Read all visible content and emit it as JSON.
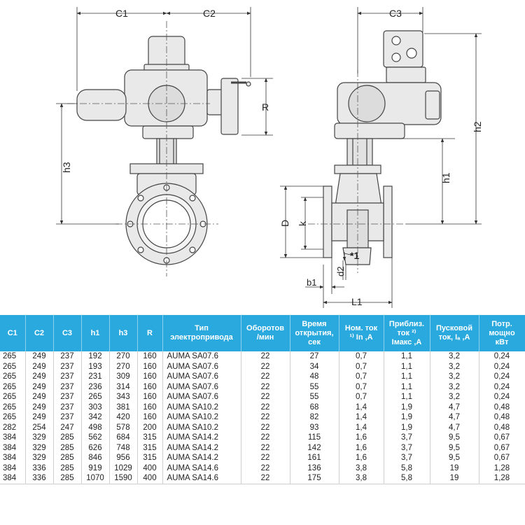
{
  "dimensions": {
    "c1": "C1",
    "c2": "C2",
    "c3": "C3",
    "r": "R",
    "h1": "h1",
    "h2": "h2",
    "h3": "h3",
    "d": "D",
    "k": "k",
    "d2": "d2",
    "b1": "b1",
    "l1": "L1",
    "note": "*1"
  },
  "table": {
    "headers": [
      "C1",
      "C2",
      "C3",
      "h1",
      "h3",
      "R",
      "Тип\nэлектропривода",
      "Оборотов\n/мин",
      "Время\nоткрытия,\nсек",
      "Ном. ток\n¹⁾ In ,А",
      "Приблиз.\nток ²⁾\nIмакс ,А",
      "Пусковой\nток, Iₐ ,А",
      "Потр.\nмощно\nкВт"
    ],
    "rows": [
      [
        "265",
        "249",
        "237",
        "192",
        "270",
        "160",
        "AUMA SA07.6",
        "22",
        "27",
        "0,7",
        "1,1",
        "3,2",
        "0,24"
      ],
      [
        "265",
        "249",
        "237",
        "193",
        "270",
        "160",
        "AUMA SA07.6",
        "22",
        "34",
        "0,7",
        "1,1",
        "3,2",
        "0,24"
      ],
      [
        "265",
        "249",
        "237",
        "231",
        "309",
        "160",
        "AUMA SA07.6",
        "22",
        "48",
        "0,7",
        "1,1",
        "3,2",
        "0,24"
      ],
      [
        "265",
        "249",
        "237",
        "236",
        "314",
        "160",
        "AUMA SA07.6",
        "22",
        "55",
        "0,7",
        "1,1",
        "3,2",
        "0,24"
      ],
      [
        "265",
        "249",
        "237",
        "265",
        "343",
        "160",
        "AUMA SA07.6",
        "22",
        "55",
        "0,7",
        "1,1",
        "3,2",
        "0,24"
      ],
      [
        "265",
        "249",
        "237",
        "303",
        "381",
        "160",
        "AUMA SA10.2",
        "22",
        "68",
        "1,4",
        "1,9",
        "4,7",
        "0,48"
      ],
      [
        "265",
        "249",
        "237",
        "342",
        "420",
        "160",
        "AUMA SA10.2",
        "22",
        "82",
        "1,4",
        "1,9",
        "4,7",
        "0,48"
      ],
      [
        "282",
        "254",
        "247",
        "498",
        "578",
        "200",
        "AUMA SA10.2",
        "22",
        "93",
        "1,4",
        "1,9",
        "4,7",
        "0,48"
      ],
      [
        "384",
        "329",
        "285",
        "562",
        "684",
        "315",
        "AUMA SA14.2",
        "22",
        "115",
        "1,6",
        "3,7",
        "9,5",
        "0,67"
      ],
      [
        "384",
        "329",
        "285",
        "626",
        "748",
        "315",
        "AUMA SA14.2",
        "22",
        "142",
        "1,6",
        "3,7",
        "9,5",
        "0,67"
      ],
      [
        "384",
        "329",
        "285",
        "846",
        "956",
        "315",
        "AUMA SA14.2",
        "22",
        "161",
        "1,6",
        "3,7",
        "9,5",
        "0,67"
      ],
      [
        "384",
        "336",
        "285",
        "919",
        "1029",
        "400",
        "AUMA SA14.6",
        "22",
        "136",
        "3,8",
        "5,8",
        "19",
        "1,28"
      ],
      [
        "384",
        "336",
        "285",
        "1070",
        "1590",
        "400",
        "AUMA SA14.6",
        "22",
        "175",
        "3,8",
        "5,8",
        "19",
        "1,28"
      ]
    ]
  },
  "colors": {
    "header_bg": "#2aa9df",
    "header_text": "#ffffff",
    "drawing_fill": "#e9e9e9",
    "drawing_stroke": "#444444"
  }
}
